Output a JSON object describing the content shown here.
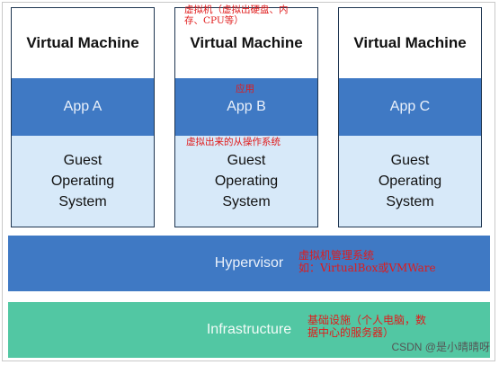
{
  "diagram": {
    "vms": [
      {
        "title": "Virtual Machine",
        "app": "App A",
        "guest_os": "Guest\nOperating\nSystem"
      },
      {
        "title": "Virtual Machine",
        "app": "App B",
        "guest_os": "Guest\nOperating\nSystem"
      },
      {
        "title": "Virtual Machine",
        "app": "App C",
        "guest_os": "Guest\nOperating\nSystem"
      }
    ],
    "hypervisor": "Hypervisor",
    "infrastructure": "Infrastructure"
  },
  "annotations": {
    "vm": "虚拟机（虚拟出硬盘、内\n存、CPU等）",
    "app": "应用",
    "guest_os": "虚拟出来的从操作系统",
    "hypervisor": "虚拟机管理系统\n如：VirtualBox或VMWare",
    "infrastructure": "基础设施（个人电脑，数\n据中心的服务器）"
  },
  "watermark": "CSDN @是小晴晴呀",
  "colors": {
    "blue_layer": "#3f79c4",
    "light_blue": "#d7e9f9",
    "green_layer": "#52c7a3",
    "annotation_red": "#e01b1b"
  }
}
